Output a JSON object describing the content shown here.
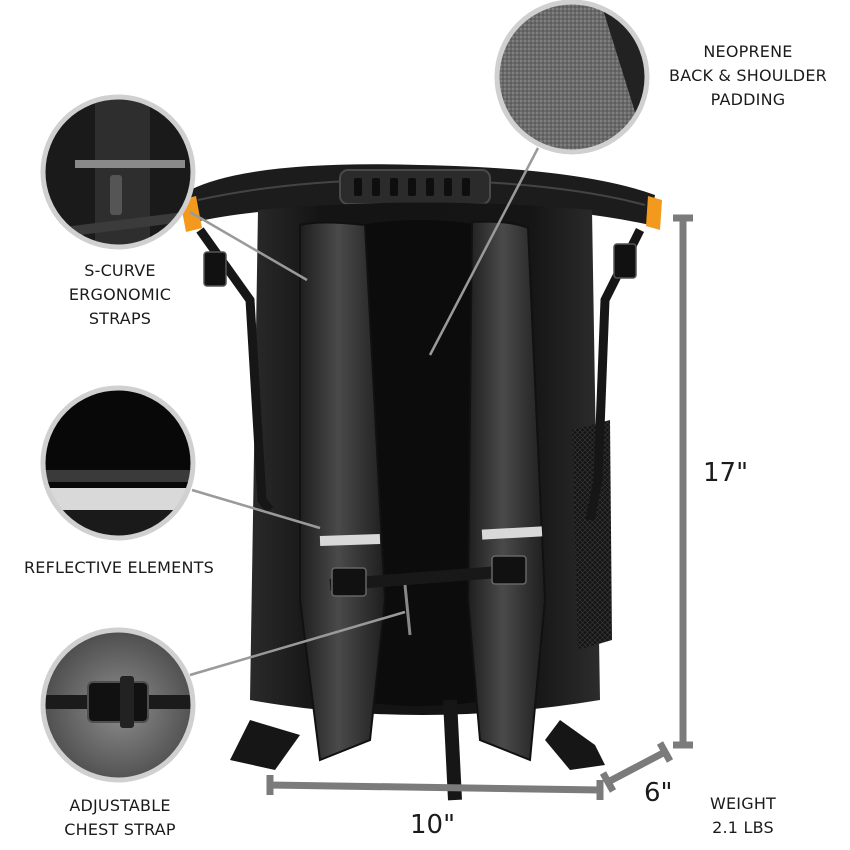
{
  "colors": {
    "bag": "#1a1a1a",
    "bag_highlight": "#3a3a3a",
    "strap": "#2b2b2b",
    "accent": "#f39a1e",
    "dimension_line": "#7b7b7b",
    "callout_line": "#9a9a9a",
    "reflective": "#d9d9d9"
  },
  "callouts": {
    "neoprene": {
      "line1": "NEOPRENE",
      "line2": "BACK & SHOULDER",
      "line3": "PADDING",
      "icon": "neoprene-texture"
    },
    "straps": {
      "line1": "S-CURVE",
      "line2": "ERGONOMIC",
      "line3": "STRAPS",
      "icon": "strap-buckle"
    },
    "reflective": {
      "line1": "REFLECTIVE ELEMENTS",
      "icon": "reflective-strip"
    },
    "chest": {
      "line1": "ADJUSTABLE",
      "line2": "CHEST STRAP",
      "icon": "chest-buckle"
    }
  },
  "dimensions": {
    "height": "17\"",
    "width": "10\"",
    "depth": "6\""
  },
  "weight": {
    "line1": "WEIGHT",
    "line2": "2.1 LBS"
  }
}
